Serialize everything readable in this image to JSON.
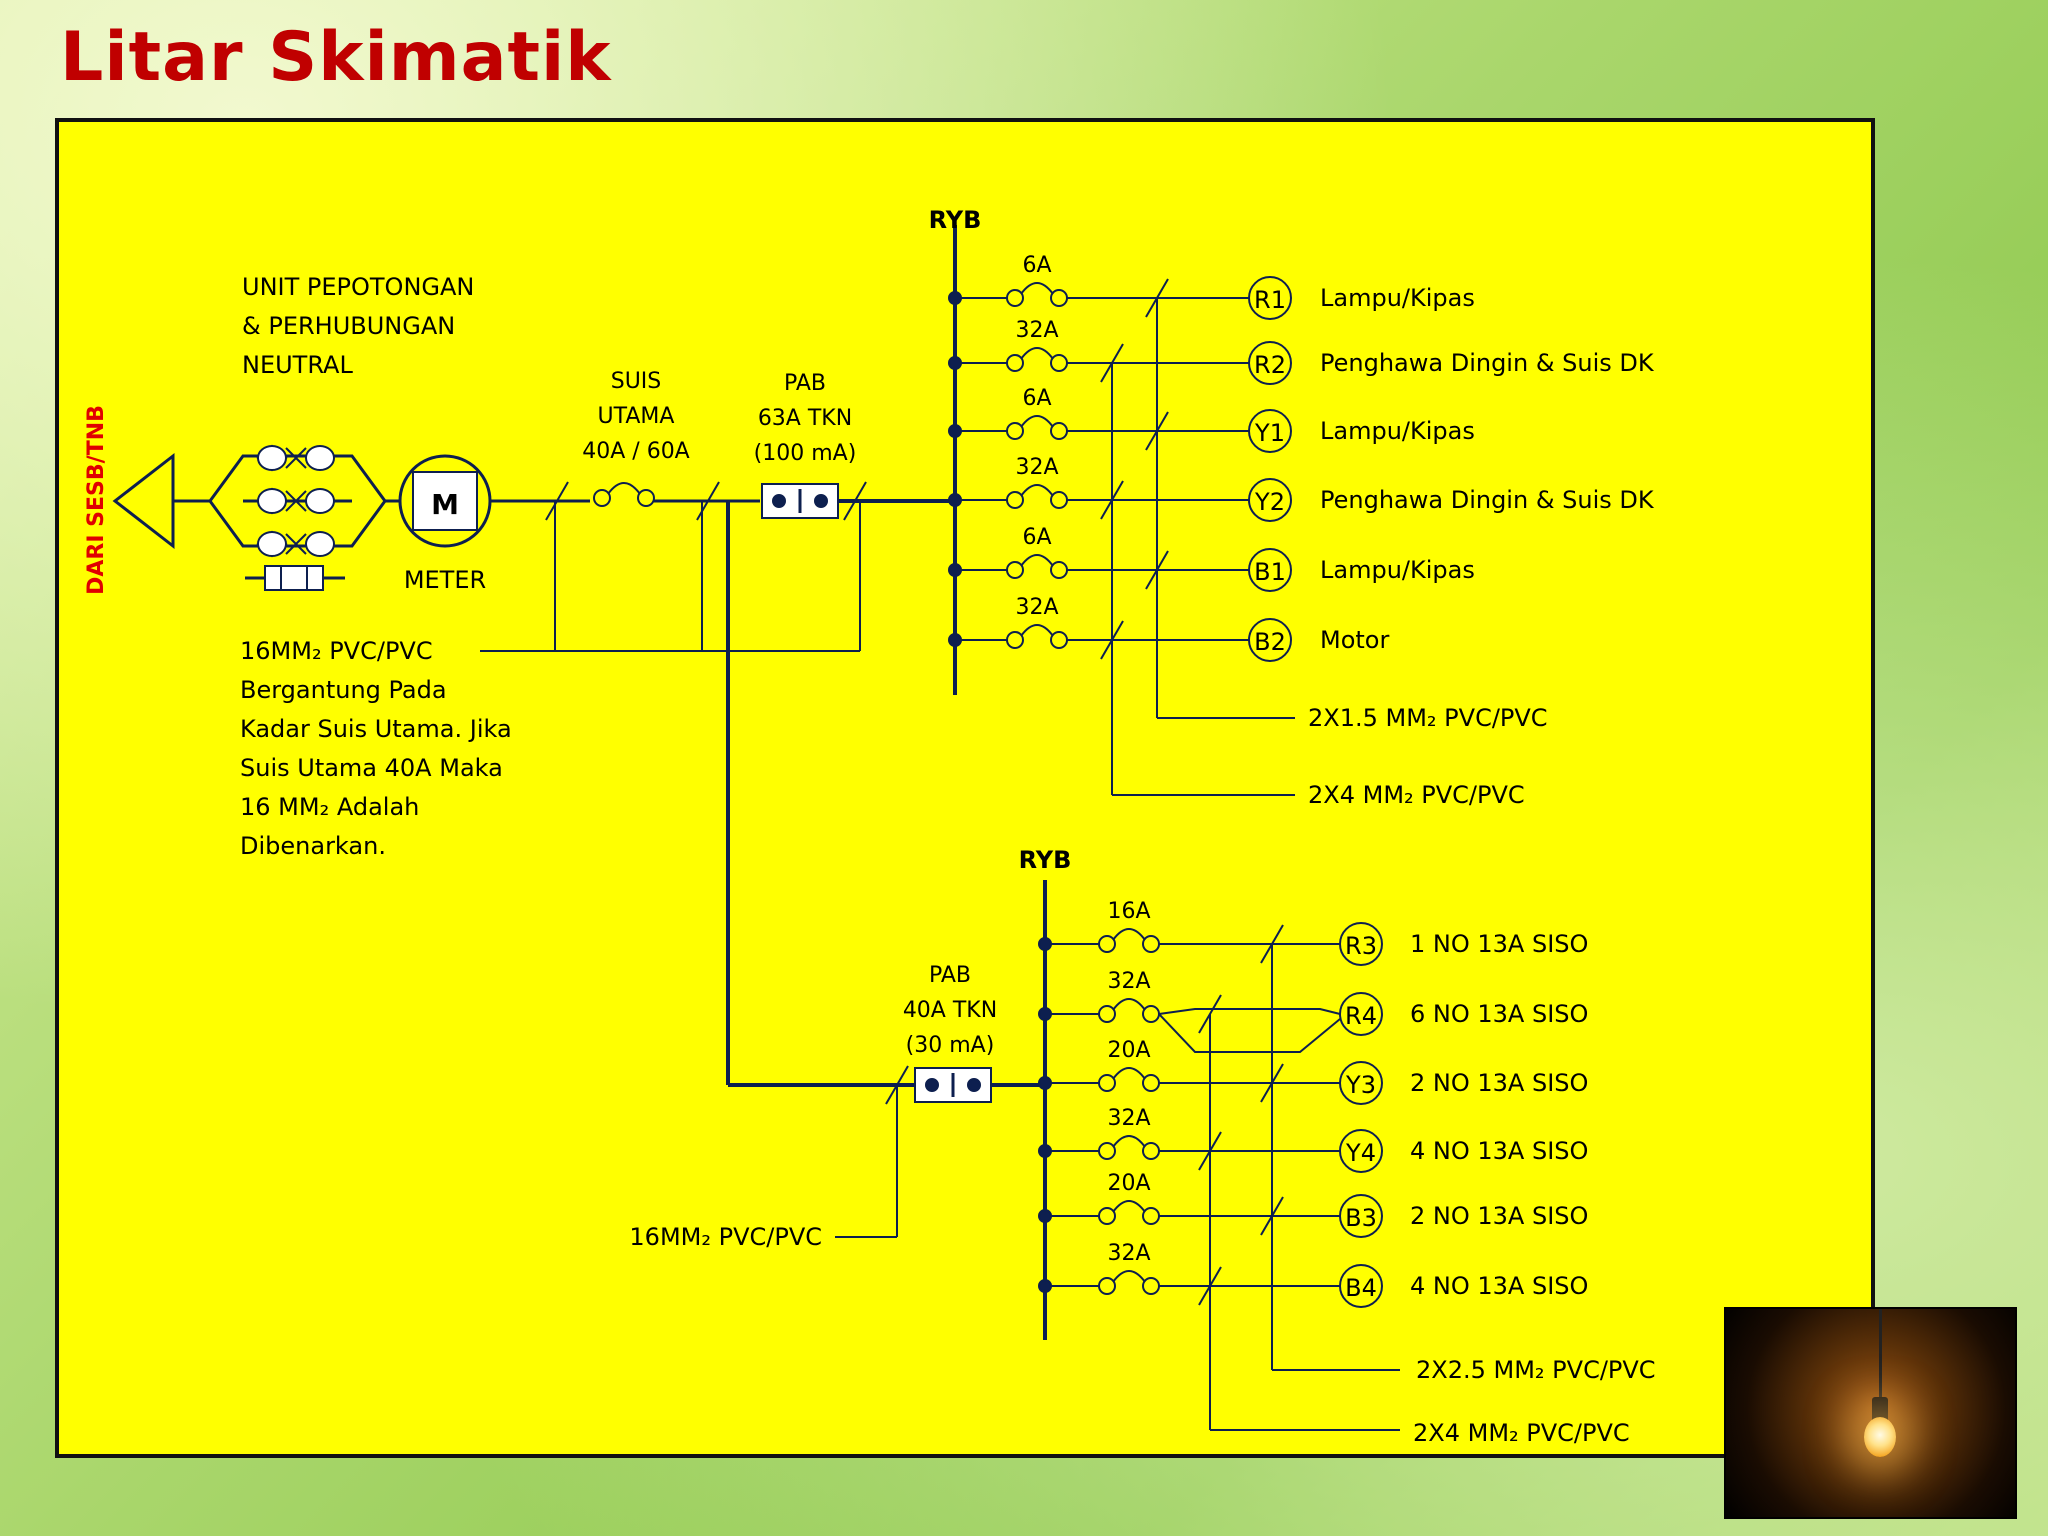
{
  "title": "Litar Skimatik",
  "source_label": "DARI SESB/TNB",
  "cutout_label": [
    "UNIT PEPOTONGAN",
    "& PERHUBUNGAN",
    "NEUTRAL"
  ],
  "meter": {
    "symbol": "M",
    "label": "METER"
  },
  "main_switch": {
    "label": [
      "SUIS",
      "UTAMA",
      "40A / 60A"
    ]
  },
  "rccb1": {
    "label": [
      "PAB",
      "63A TKN",
      "(100 mA)"
    ]
  },
  "rccb2": {
    "label": [
      "PAB",
      "40A TKN",
      "(30 mA)"
    ]
  },
  "main_cable_note": [
    "16MM₂ PVC/PVC",
    "Bergantung Pada",
    "Kadar Suis Utama. Jika",
    "Suis Utama 40A Maka",
    "16 MM₂  Adalah",
    "Dibenarkan."
  ],
  "cable_bottom_label": "16MM₂ PVC/PVC",
  "busbar1_label": "RYB",
  "busbar2_label": "RYB",
  "circuits_top": [
    {
      "rating": "6A",
      "id": "R1",
      "desc": "Lampu/Kipas"
    },
    {
      "rating": "32A",
      "id": "R2",
      "desc": "Penghawa Dingin & Suis DK"
    },
    {
      "rating": "6A",
      "id": "Y1",
      "desc": "Lampu/Kipas"
    },
    {
      "rating": "32A",
      "id": "Y2",
      "desc": "Penghawa Dingin & Suis DK"
    },
    {
      "rating": "6A",
      "id": "B1",
      "desc": "Lampu/Kipas"
    },
    {
      "rating": "32A",
      "id": "B2",
      "desc": "Motor"
    }
  ],
  "circuits_bottom": [
    {
      "rating": "16A",
      "id": "R3",
      "desc": "1 NO 13A SISO"
    },
    {
      "rating": "32A",
      "id": "R4",
      "desc": "6 NO 13A SISO"
    },
    {
      "rating": "20A",
      "id": "Y3",
      "desc": "2 NO 13A SISO"
    },
    {
      "rating": "32A",
      "id": "Y4",
      "desc": "4 NO 13A SISO"
    },
    {
      "rating": "20A",
      "id": "B3",
      "desc": "2 NO 13A SISO"
    },
    {
      "rating": "32A",
      "id": "B4",
      "desc": "4 NO 13A SISO"
    }
  ],
  "cable_labels_top": [
    "2X1.5 MM₂ PVC/PVC",
    "2X4 MM₂ PVC/PVC"
  ],
  "cable_labels_bottom": [
    "2X2.5 MM₂ PVC/PVC",
    "2X4 MM₂ PVC/PVC"
  ],
  "colors": {
    "title": "#c00000",
    "board": "#ffff00",
    "wire": "#0d1f4f",
    "source_label": "#e00000"
  }
}
